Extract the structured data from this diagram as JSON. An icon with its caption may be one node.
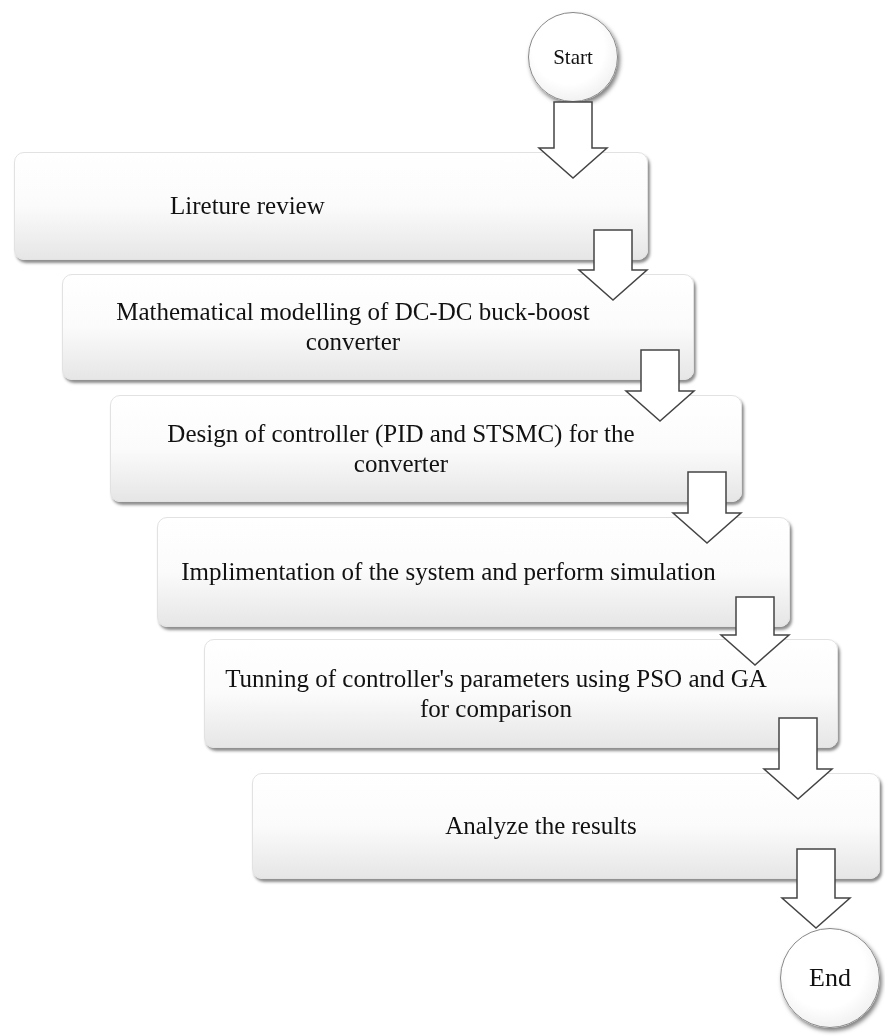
{
  "diagram": {
    "nodes": [
      {
        "text": [
          "Start"
        ]
      },
      {
        "text": [
          "Lireture review"
        ]
      },
      {
        "text": [
          "Mathematical modelling of DC-DC buck-boost converter"
        ]
      },
      {
        "text": [
          "Design of controller (PID and STSMC) for the converter"
        ]
      },
      {
        "text": [
          "Implimentation of the system and perform simulation"
        ]
      },
      {
        "text": [
          "Tunning of controller's parameters using PSO and GA for comparison"
        ]
      },
      {
        "text": [
          "Analyze the results"
        ]
      },
      {
        "text": [
          "End"
        ]
      }
    ],
    "edges": [
      {
        "from": 0,
        "to": 1,
        "arrow": "to"
      },
      {
        "from": 1,
        "to": 2,
        "arrow": "to"
      },
      {
        "from": 2,
        "to": 3,
        "arrow": "to"
      },
      {
        "from": 3,
        "to": 4,
        "arrow": "to"
      },
      {
        "from": 4,
        "to": 5,
        "arrow": "to"
      },
      {
        "from": 5,
        "to": 6,
        "arrow": "to"
      },
      {
        "from": 6,
        "to": 7,
        "arrow": "to"
      }
    ]
  }
}
